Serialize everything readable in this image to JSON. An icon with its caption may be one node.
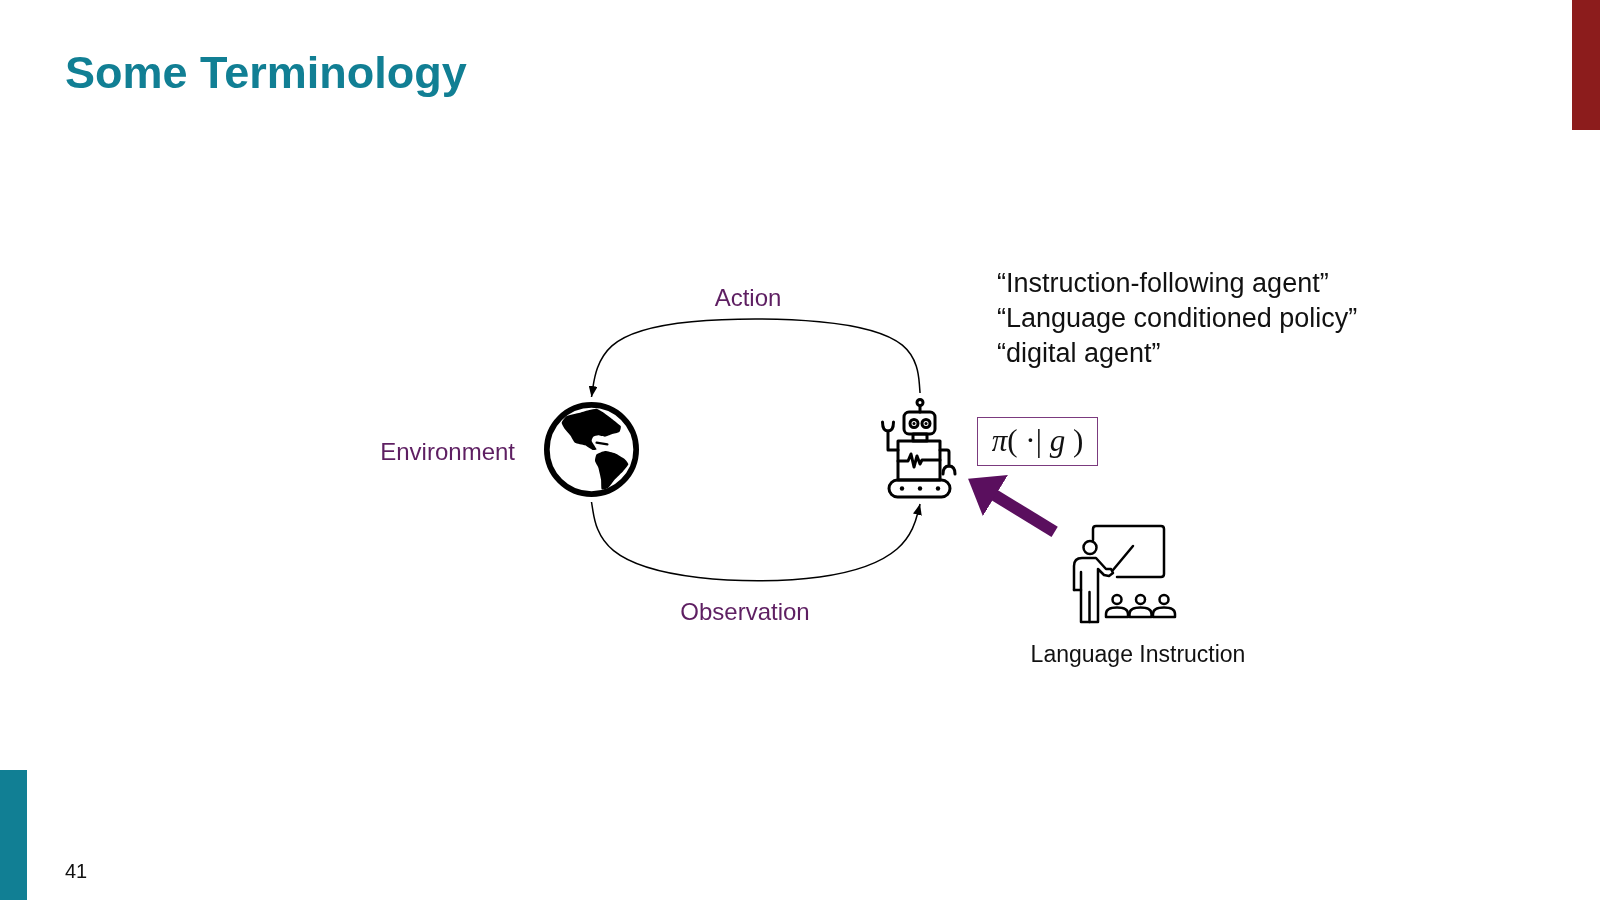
{
  "diagram": {
    "title": "Some Terminology",
    "nodes": [
      {
        "text": [],
        "shape": "picture",
        "beside": [
          "Environment"
        ]
      },
      {
        "text": [],
        "shape": "picture"
      },
      {
        "text": [
          "*π*( ·| *g* )"
        ]
      },
      {
        "text": [],
        "shape": "picture",
        "beside": [
          "Language Instruction"
        ]
      }
    ],
    "edges": [
      {
        "from": 1,
        "to": 0,
        "arrow": "to",
        "label": "Action"
      },
      {
        "from": 0,
        "to": 1,
        "arrow": "to",
        "label": "Observation"
      },
      {
        "from": 3,
        "to": 1,
        "arrow": "to",
        "style": "thick",
        "color": "#5a0f5e"
      }
    ],
    "labels": [
      "“Instruction-following agent”",
      "“Language conditioned policy”",
      "“digital agent”",
      "41"
    ]
  }
}
